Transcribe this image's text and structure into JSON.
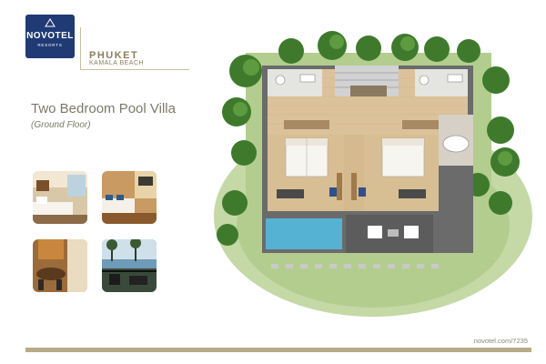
{
  "brand": {
    "name": "NOVOTEL",
    "sub": "RESORTS"
  },
  "location": {
    "city": "PHUKET",
    "area": "KAMALA BEACH"
  },
  "villa": {
    "title": "Two Bedroom Pool Villa",
    "floor": "(Ground Floor)"
  },
  "footer": {
    "url": "novotel.com/7235"
  },
  "colors": {
    "brand_blue": "#1f3a74",
    "accent_gold": "#b8ab87",
    "pool": "#3fa8cc",
    "lawn": "#a8c580"
  },
  "photos": [
    {
      "icon": "bedroom-photo"
    },
    {
      "icon": "living-room-photo"
    },
    {
      "icon": "dining-interior-photo"
    },
    {
      "icon": "sea-view-terrace-photo"
    }
  ]
}
